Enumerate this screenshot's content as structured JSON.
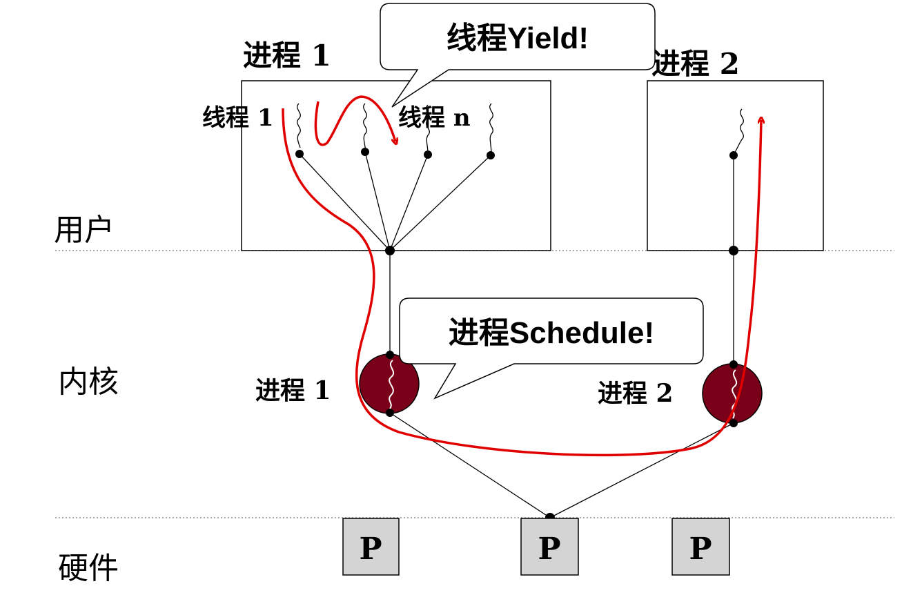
{
  "layers": {
    "user": "用户",
    "kernel": "内核",
    "hardware": "硬件"
  },
  "user_space": {
    "process1": {
      "title": "进程 1",
      "thread_first_label": "线程 1",
      "thread_last_label": "线程 n"
    },
    "process2": {
      "title": "进程 2"
    }
  },
  "kernel_space": {
    "process1_label": "进程 1",
    "process2_label": "进程 2"
  },
  "callouts": {
    "thread_yield": "线程Yield!",
    "process_schedule": "进程Schedule!"
  },
  "hardware": {
    "processors": [
      "P",
      "P",
      "P"
    ]
  },
  "colors": {
    "flow_arrow": "#e00000",
    "kernel_process": "#7a0019",
    "processor_fill": "#d4d4d4",
    "dotted_divider": "#888888"
  },
  "icons": {
    "thread": "squiggle-icon",
    "kernel_process": "thread-circle-icon"
  }
}
